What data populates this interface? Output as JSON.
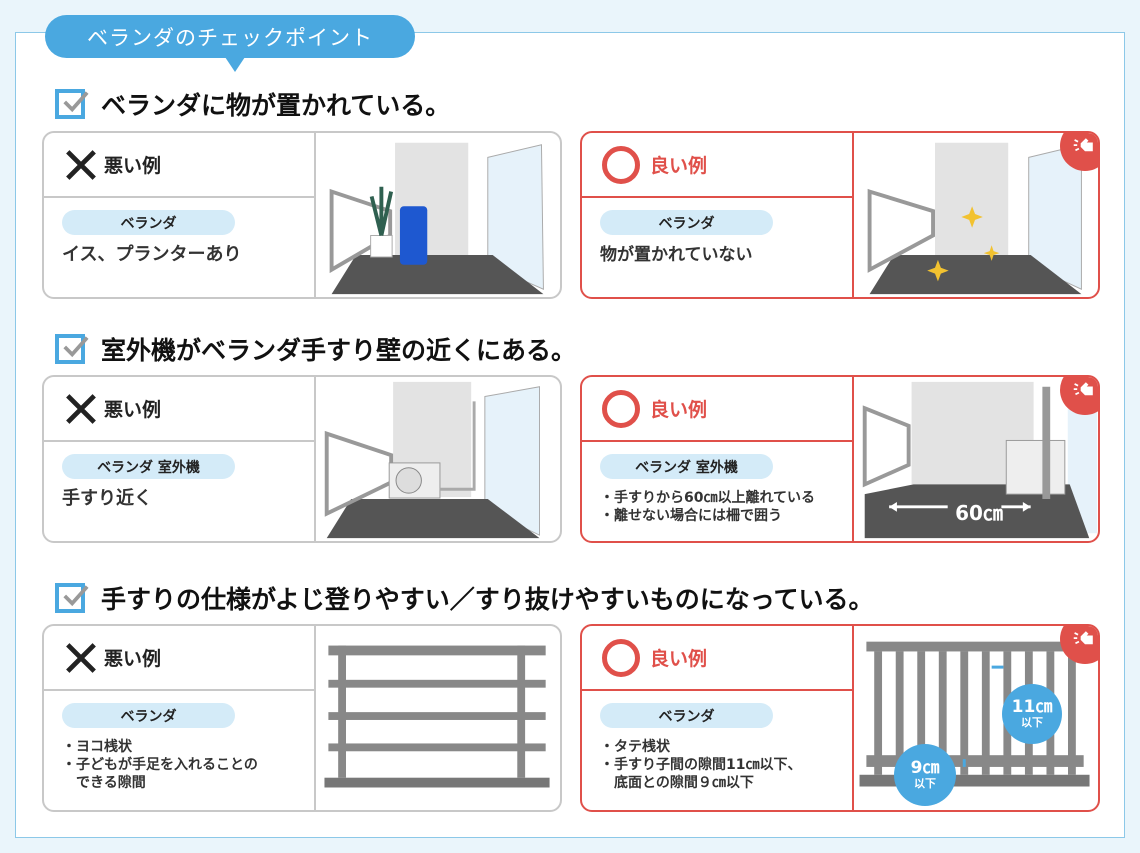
{
  "header_tab": "ベランダのチェックポイント",
  "colors": {
    "accent": "#4aa8e0",
    "good": "#e0504a",
    "bad": "#222222",
    "pill": "#d4ebf8"
  },
  "sections": [
    {
      "title": "ベランダに物が置かれている。",
      "bad": {
        "label": "悪い例",
        "tag": "ベランダ",
        "lines": [
          "イス、プランターあり"
        ]
      },
      "good": {
        "label": "良い例",
        "tag": "ベランダ",
        "lines": [
          "物が置かれていない"
        ]
      }
    },
    {
      "title": "室外機がベランダ手すり壁の近くにある。",
      "bad": {
        "label": "悪い例",
        "tag": "ベランダ 室外機",
        "lines": [
          "手すり近く"
        ]
      },
      "good": {
        "label": "良い例",
        "tag": "ベランダ 室外機",
        "lines": [
          "・手すりから60㎝以上離れている",
          "・離せない場合には柵で囲う"
        ],
        "illustration": {
          "distance": "60㎝"
        }
      }
    },
    {
      "title": "手すりの仕様がよじ登りやすい／すり抜けやすいものになっている。",
      "bad": {
        "label": "悪い例",
        "tag": "ベランダ",
        "lines": [
          "・ヨコ桟状",
          "・子どもが手足を入れることの",
          "　できる隙間"
        ]
      },
      "good": {
        "label": "良い例",
        "tag": "ベランダ",
        "lines": [
          "・タテ桟状",
          "・手すり子間の隙間11㎝以下、",
          "　底面との隙間９㎝以下"
        ],
        "illustration": {
          "gap": "11㎝",
          "gap_note": "以下",
          "bottom": "9㎝",
          "bottom_note": "以下"
        }
      }
    }
  ]
}
